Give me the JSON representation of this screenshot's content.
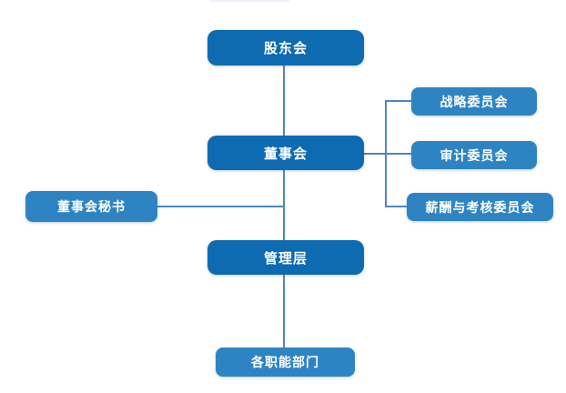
{
  "org_chart": {
    "shareholders": {
      "label": "股东会"
    },
    "board": {
      "label": "董事会"
    },
    "board_secretary": {
      "label": "董事会秘书"
    },
    "management": {
      "label": "管理层"
    },
    "departments": {
      "label": "各职能部门"
    },
    "committees": [
      {
        "label": "战略委员会"
      },
      {
        "label": "审计委员会"
      },
      {
        "label": "薪酬与考核委员会"
      }
    ]
  },
  "colors": {
    "primary_node": "#0e6ab1",
    "secondary_node": "#2e84c2",
    "connector": "#4d87c0",
    "node_text": "#ffffff",
    "background": "#ffffff"
  }
}
